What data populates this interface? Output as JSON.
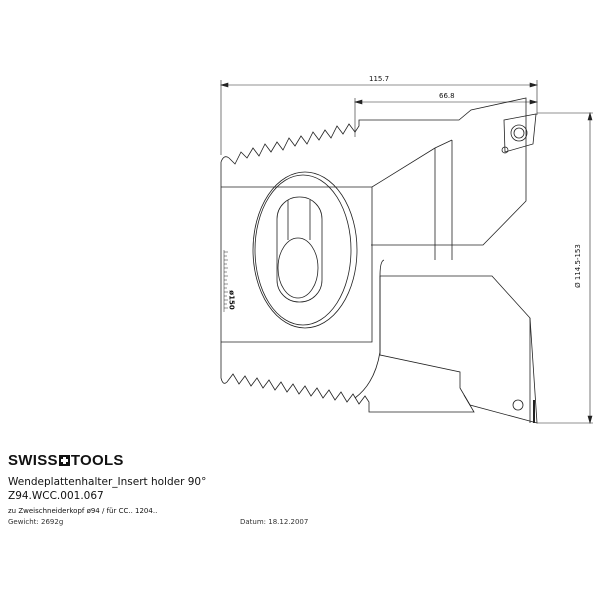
{
  "brand": {
    "left": "SWISS",
    "right": "TOOLS"
  },
  "title": "Wendeplattenhalter_Insert holder 90°",
  "code": "Z94.WCC.001.067",
  "note": "zu Zweischneiderkopf ø94 / für CC.. 1204..",
  "weight": "Gewicht: 2692g",
  "date": "Datum: 18.12.2007",
  "dimensions": {
    "overall_length": "115.7",
    "insert_offset": "66.8",
    "diameter_range": "Ø 114.5-153",
    "scale_label": "ø150"
  }
}
